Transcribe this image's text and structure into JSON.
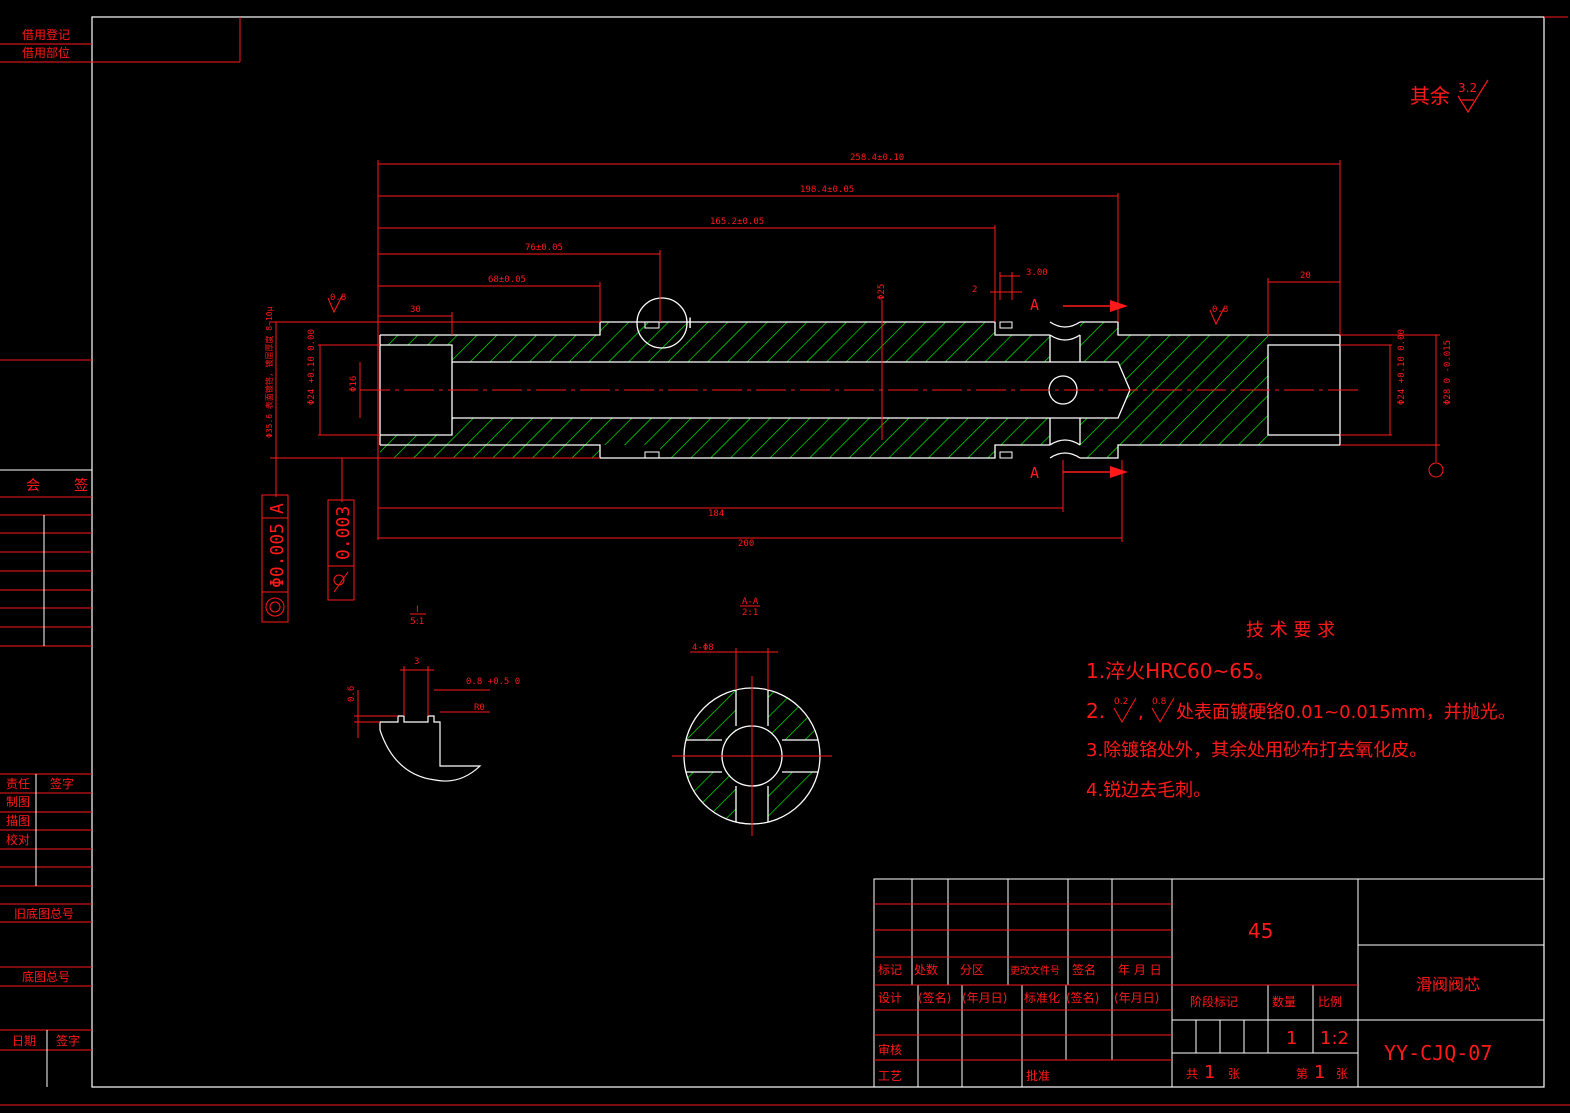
{
  "colors": {
    "background": "#000000",
    "frame": "#ffffff",
    "annotation": "#ff1a1a",
    "hatch": "#00ff00"
  },
  "left_strip": {
    "borrow_register": "借用登记",
    "borrow_part": "借用部位",
    "sign_header_1": "会",
    "sign_header_2": "签",
    "resp": "责任",
    "sign": "签字",
    "drawn": "制图",
    "traced": "描图",
    "checked": "校对",
    "old_base_no": "旧底图总号",
    "base_no": "底图总号",
    "date": "日期",
    "sign2": "签字"
  },
  "surface_note": {
    "prefix": "其余",
    "value": "3.2"
  },
  "dimensions": {
    "d258": "258.4±0.10",
    "d198": "198.4±0.05",
    "d165": "165.2±0.05",
    "d76": "76±0.05",
    "d68": "68±0.05",
    "d30": "30",
    "d3": "3.00",
    "d2": "2",
    "d25": "Φ25",
    "d20": "20",
    "d184": "184",
    "d200": "200",
    "dia24": "Φ24 +0.10 0.00",
    "dia16": "Φ16",
    "dia28": "Φ28 0 -0.015",
    "dia24r": "Φ24 +0.10 0.00",
    "vert_note": "Φ35.6 表面镀铬, 镀层厚度 8~10μ",
    "rough_left": "0.8",
    "rough_right": "0.8",
    "section_letter": "A"
  },
  "tolerances": {
    "concentricity": "Φ0.005",
    "datum": "A",
    "cylindricity": "0.003"
  },
  "detail_view": {
    "label": "I",
    "scale": "5:1",
    "dim_3": "3",
    "dim_08": "0.8 +0.5 0",
    "dim_r": "R0",
    "dim_06": "0.6"
  },
  "section_view": {
    "label": "A-A",
    "scale": "2:1",
    "holes": "4-Φ8"
  },
  "tech_req": {
    "title": "技 术 要 求",
    "item1": "1.淬火HRC60~65。",
    "item2_prefix": "2.",
    "item2_r1": "0.2",
    "item2_r2": "0.8",
    "item2_text": "处表面镀硬铬0.01~0.015mm，并抛光。",
    "item3": "3.除镀铬处外，其余处用砂布打去氧化皮。",
    "item4": "4.锐边去毛刺。"
  },
  "title_block": {
    "material": "45",
    "part_name": "滑阀阀芯",
    "drawing_no": "YY-CJQ-07",
    "mark": "标记",
    "count": "处数",
    "zone": "分区",
    "change_doc": "更改文件号",
    "sig": "签名",
    "ymd": "年 月 日",
    "design": "设计",
    "sig_p": "(签名)",
    "date_p": "(年月日)",
    "standard": "标准化",
    "sig_p2": "(签名)",
    "date_p2": "(年月日)",
    "stage": "阶段标记",
    "weight": "数量",
    "scale": "比例",
    "qty_val": "1",
    "scale_val": "1:2",
    "review": "审核",
    "process": "工艺",
    "approve": "批准",
    "total": "共",
    "total_n": "1",
    "sheets": "张",
    "page": "第",
    "page_n": "1",
    "sheets2": "张"
  }
}
